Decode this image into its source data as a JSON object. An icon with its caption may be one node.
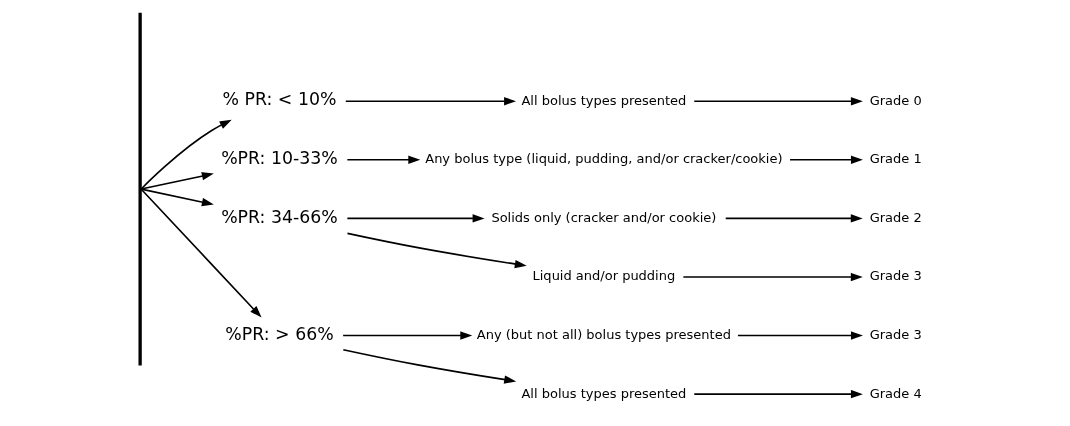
{
  "diagram": {
    "nodes": [
      {
        "text": [],
        "shape": "bar"
      },
      {
        "text": [
          "% PR: < 10%"
        ]
      },
      {
        "text": [
          "%PR: 10-33%"
        ]
      },
      {
        "text": [
          "%PR: 34-66%"
        ]
      },
      {
        "text": [
          "%PR: > 66%"
        ]
      },
      {
        "text": [
          "All bolus types presented"
        ]
      },
      {
        "text": [
          "Any bolus type (liquid, pudding, and/or cracker/cookie)"
        ]
      },
      {
        "text": [
          "Solids only (cracker and/or cookie)"
        ]
      },
      {
        "text": [
          "Liquid and/or pudding"
        ]
      },
      {
        "text": [
          "Any (but not all) bolus types presented"
        ]
      },
      {
        "text": [
          "All bolus types presented"
        ]
      },
      {
        "text": [
          "Grade 0"
        ]
      },
      {
        "text": [
          "Grade 1"
        ]
      },
      {
        "text": [
          "Grade 2"
        ]
      },
      {
        "text": [
          "Grade 3"
        ]
      },
      {
        "text": [
          "Grade 3"
        ]
      },
      {
        "text": [
          "Grade 4"
        ]
      }
    ],
    "edges": [
      {
        "from": 0,
        "to": 1,
        "arrow": "to"
      },
      {
        "from": 0,
        "to": 2,
        "arrow": "to"
      },
      {
        "from": 0,
        "to": 3,
        "arrow": "to"
      },
      {
        "from": 0,
        "to": 4,
        "arrow": "to"
      },
      {
        "from": 1,
        "to": 5,
        "arrow": "to"
      },
      {
        "from": 2,
        "to": 6,
        "arrow": "to"
      },
      {
        "from": 3,
        "to": 7,
        "arrow": "to"
      },
      {
        "from": 3,
        "to": 8,
        "arrow": "to"
      },
      {
        "from": 4,
        "to": 9,
        "arrow": "to"
      },
      {
        "from": 4,
        "to": 10,
        "arrow": "to"
      },
      {
        "from": 5,
        "to": 11,
        "arrow": "to"
      },
      {
        "from": 6,
        "to": 12,
        "arrow": "to"
      },
      {
        "from": 7,
        "to": 13,
        "arrow": "to"
      },
      {
        "from": 8,
        "to": 14,
        "arrow": "to"
      },
      {
        "from": 9,
        "to": 15,
        "arrow": "to"
      },
      {
        "from": 10,
        "to": 16,
        "arrow": "to"
      }
    ]
  }
}
